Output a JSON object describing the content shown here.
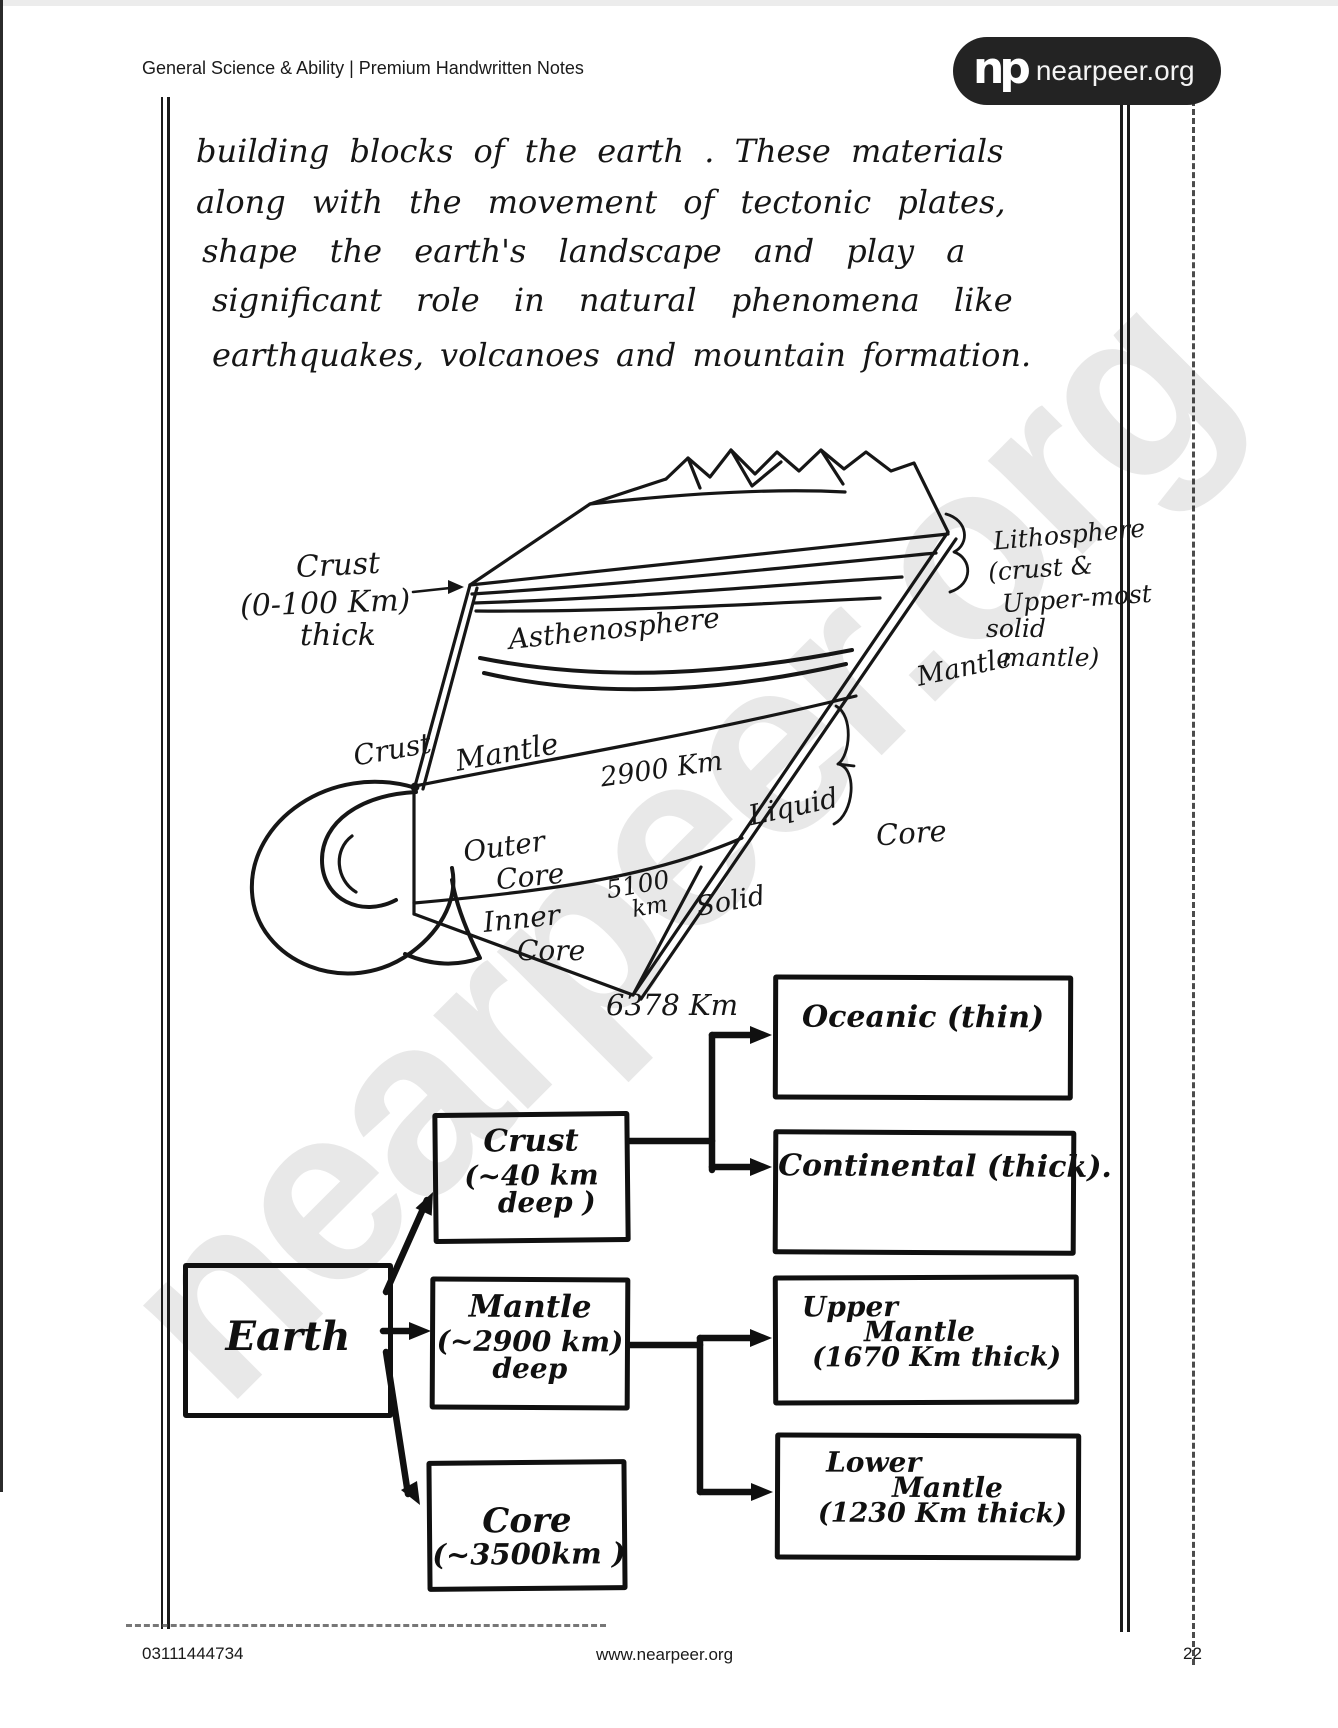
{
  "header": {
    "title": "General Science & Ability | Premium Handwritten Notes",
    "logo": {
      "mark": "np",
      "text": "nearpeer.org"
    }
  },
  "watermark": "nearpeer.org",
  "paragraph": {
    "lines": [
      "building blocks of the earth . These materials",
      "along with the movement of tectonic plates,",
      "shape the earth's landscape and play a",
      "significant role in natural phenomena like",
      "earthquakes, volcanoes and mountain formation."
    ]
  },
  "diagram": {
    "crust_callout": {
      "line1": "Crust",
      "line2": "(0-100 Km)",
      "line3": "thick"
    },
    "asthenosphere": "Asthenosphere",
    "lithosphere": {
      "line1": "Lithosphere",
      "line2": "(crust &",
      "line3": "Upper-most",
      "line4": "solid",
      "line5": "mantle)"
    },
    "mantle_right": "Mantle",
    "crust_left": "Crust",
    "mantle_mid": "Mantle",
    "depth_2900": "2900 Km",
    "liquid": "Liquid",
    "core_right": "Core",
    "outer_core": {
      "line1": "Outer",
      "line2": "Core"
    },
    "depth_5100": {
      "line1": "5100",
      "line2": "km"
    },
    "solid": "Solid",
    "inner_core": {
      "line1": "Inner",
      "line2": "Core"
    },
    "radius_6378": "6378 Km"
  },
  "flowchart": {
    "earth": "Earth",
    "crust": {
      "line1": "Crust",
      "line2": "(~40 km",
      "line3": "deep )"
    },
    "mantle": {
      "line1": "Mantle",
      "line2": "(~2900 km)",
      "line3": "deep"
    },
    "core": {
      "line1": "Core",
      "line2": "(~3500km )"
    },
    "oceanic": "Oceanic (thin)",
    "continental": "Continental (thick).",
    "upper_mantle": {
      "line1": "Upper",
      "line2": "Mantle",
      "line3": "(1670 Km thick)"
    },
    "lower_mantle": {
      "line1": "Lower",
      "line2": "Mantle",
      "line3": "(1230 Km thick)"
    }
  },
  "footer": {
    "phone": "03111444734",
    "website": "www.nearpeer.org",
    "page_number": "22"
  }
}
